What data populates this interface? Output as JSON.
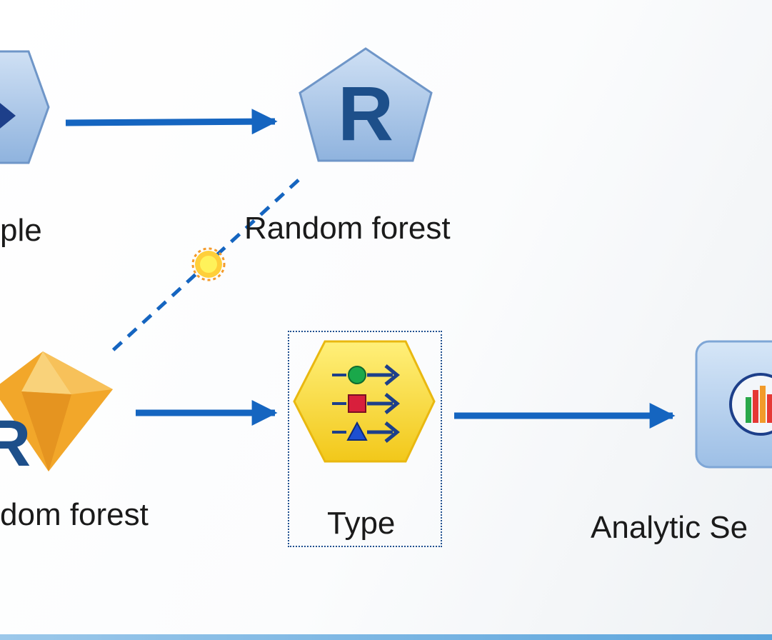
{
  "nodes": {
    "sample": {
      "label": "ple"
    },
    "random_forest_r": {
      "label": "Random forest",
      "glyph": "R"
    },
    "random_forest_model": {
      "label": "dom forest",
      "glyph": "R"
    },
    "type": {
      "label": "Type"
    },
    "analytic_server": {
      "label": "Analytic Se"
    }
  },
  "icons": [
    "sample-node-icon",
    "r-hexagon-node-icon",
    "r-gem-model-icon",
    "type-node-icon",
    "analytic-server-node-icon",
    "flag-starburst-icon"
  ],
  "colors": {
    "link": "#1565c0",
    "node_blue": "#a9c6e8",
    "node_yellow": "#f6d31f",
    "gem_orange": "#f2a72a",
    "r_text": "#1d4f8a"
  }
}
